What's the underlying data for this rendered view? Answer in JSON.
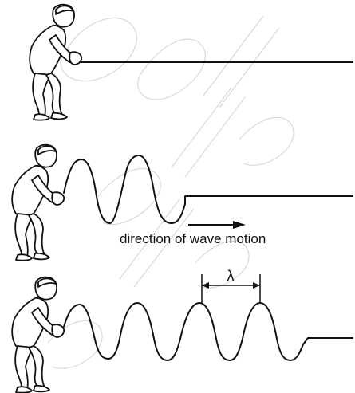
{
  "diagram": {
    "caption": "direction of wave motion",
    "wavelength_symbol": "λ",
    "watermark_present": true
  },
  "panels": [
    {
      "id": "still-rope",
      "rope_state": "straight"
    },
    {
      "id": "wave-starting",
      "rope_state": "two-crests"
    },
    {
      "id": "wave-traveling",
      "rope_state": "four-crests"
    }
  ],
  "colors": {
    "ink": "#111111",
    "watermark": "#d9d9d9",
    "background": "#ffffff"
  }
}
